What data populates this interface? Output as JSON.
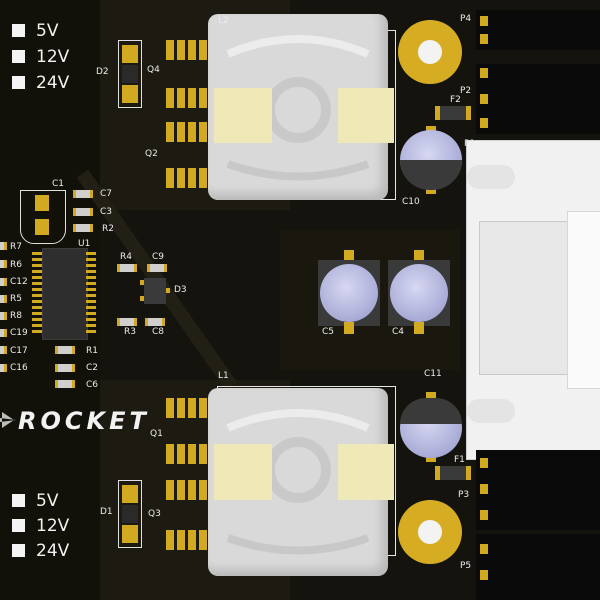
{
  "board": {
    "brand": "ROCKET",
    "voltage_labels_top": [
      "5V",
      "12V",
      "24V"
    ],
    "voltage_labels_bottom": [
      "5V",
      "12V",
      "24V"
    ],
    "designators": {
      "P4": "P4",
      "P2": "P2",
      "P1": "P1",
      "P3": "P3",
      "P5": "P5",
      "F1": "F1",
      "F2": "F2",
      "L1": "L1",
      "L2": "L2",
      "Q1": "Q1",
      "Q2": "Q2",
      "Q3": "Q3",
      "Q4": "Q4",
      "D1": "D1",
      "D2": "D2",
      "D3": "D3",
      "U1": "U1",
      "C1": "C1",
      "C2": "C2",
      "C3": "C3",
      "C4": "C4",
      "C5": "C5",
      "C6": "C6",
      "C7": "C7",
      "C8": "C8",
      "C9": "C9",
      "C10": "C10",
      "C11": "C11",
      "C12": "C12",
      "C16": "C16",
      "C17": "C17",
      "C19": "C19",
      "R1": "R1",
      "R2": "R2",
      "R3": "R3",
      "R4": "R4",
      "R5": "R5",
      "R6": "R6",
      "R7": "R7",
      "R8": "R8"
    }
  },
  "colors": {
    "soldermask": "#15130e",
    "copper_pad": "#d2aa22",
    "silkscreen": "#ececec",
    "inductor": "#d8d8d8",
    "capacitor": "#b3b5de"
  }
}
